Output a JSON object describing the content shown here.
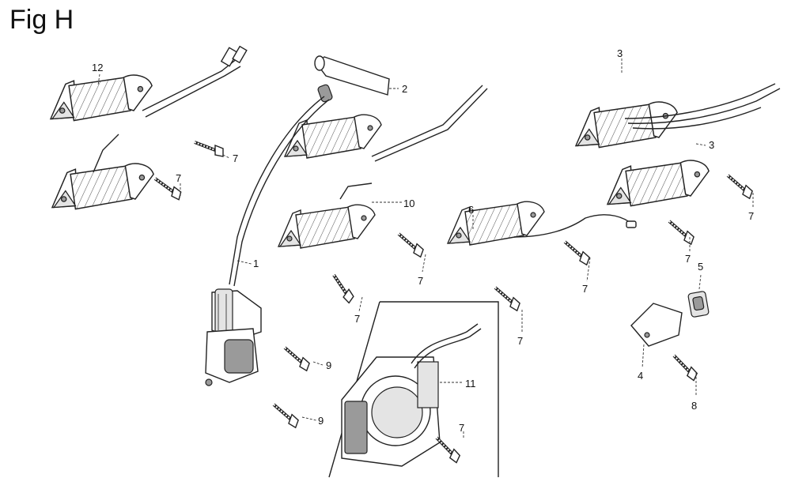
{
  "title": "Fig H",
  "callouts": [
    "1",
    "2",
    "3",
    "3",
    "4",
    "5",
    "6",
    "7",
    "7",
    "7",
    "7",
    "7",
    "7",
    "7",
    "7",
    "7",
    "8",
    "9",
    "9",
    "10",
    "11",
    "12"
  ]
}
